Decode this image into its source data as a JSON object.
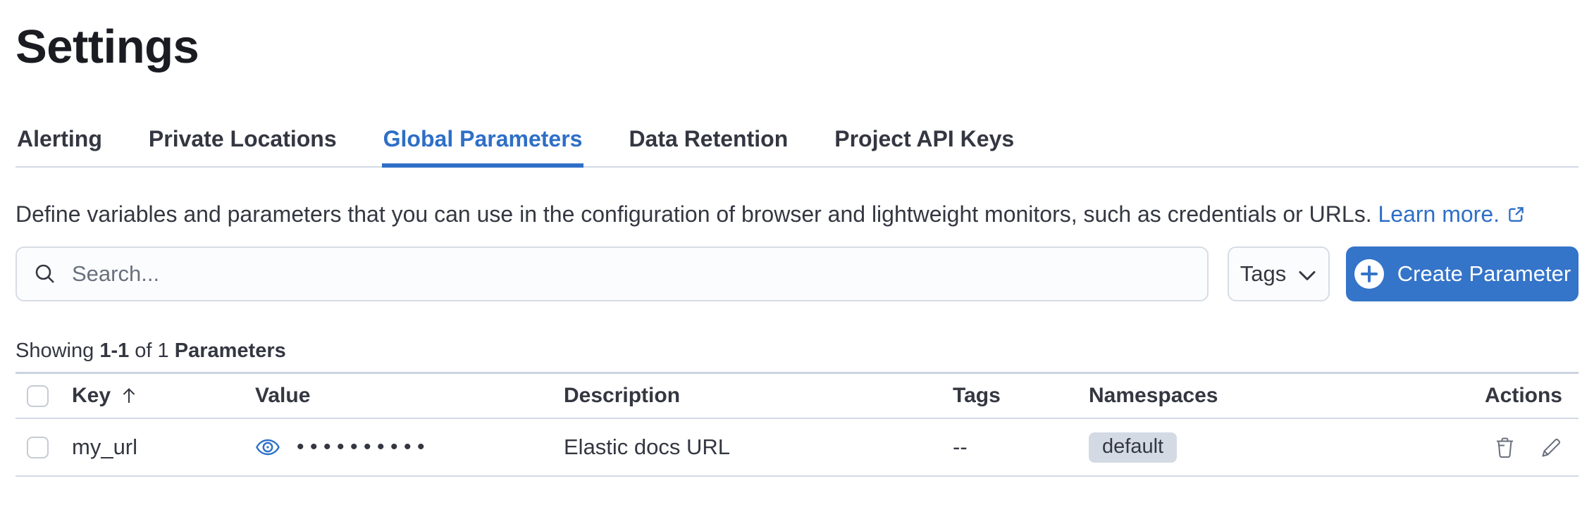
{
  "page": {
    "title": "Settings"
  },
  "tabs": [
    {
      "label": "Alerting",
      "active": false
    },
    {
      "label": "Private Locations",
      "active": false
    },
    {
      "label": "Global Parameters",
      "active": true
    },
    {
      "label": "Data Retention",
      "active": false
    },
    {
      "label": "Project API Keys",
      "active": false
    }
  ],
  "description": {
    "text": "Define variables and parameters that you can use in the configuration of browser and lightweight monitors, such as credentials or URLs.",
    "link_label": "Learn more.",
    "link_icon": "external-link-icon"
  },
  "toolbar": {
    "search_placeholder": "Search...",
    "search_icon": "search-icon",
    "tags_button_label": "Tags",
    "tags_button_icon": "chevron-down-icon",
    "create_button_label": "Create Parameter",
    "create_button_icon": "plus-in-circle-icon"
  },
  "summary": {
    "showing_label": "Showing",
    "range": "1-1",
    "of_label": "of 1",
    "entity_label": "Parameters"
  },
  "table": {
    "headers": {
      "key": "Key",
      "key_sort_icon": "sort-ascending-arrow-icon",
      "value": "Value",
      "description": "Description",
      "tags": "Tags",
      "namespaces": "Namespaces",
      "actions": "Actions"
    },
    "rows": [
      {
        "key": "my_url",
        "value_masked": "••••••••••",
        "value_reveal_icon": "eye-icon",
        "description": "Elastic docs URL",
        "tags": "--",
        "namespaces": [
          "default"
        ],
        "action_icons": [
          "trash-icon",
          "pencil-icon"
        ]
      }
    ]
  },
  "colors": {
    "primary_button": "#3474c9",
    "link_blue": "#2e6fc7",
    "active_tab_blue": "#2e6fc7",
    "badge_background": "#d4dae4",
    "border_gray": "#d3dae6",
    "text_dark": "#343741",
    "text_muted": "#69707d"
  }
}
